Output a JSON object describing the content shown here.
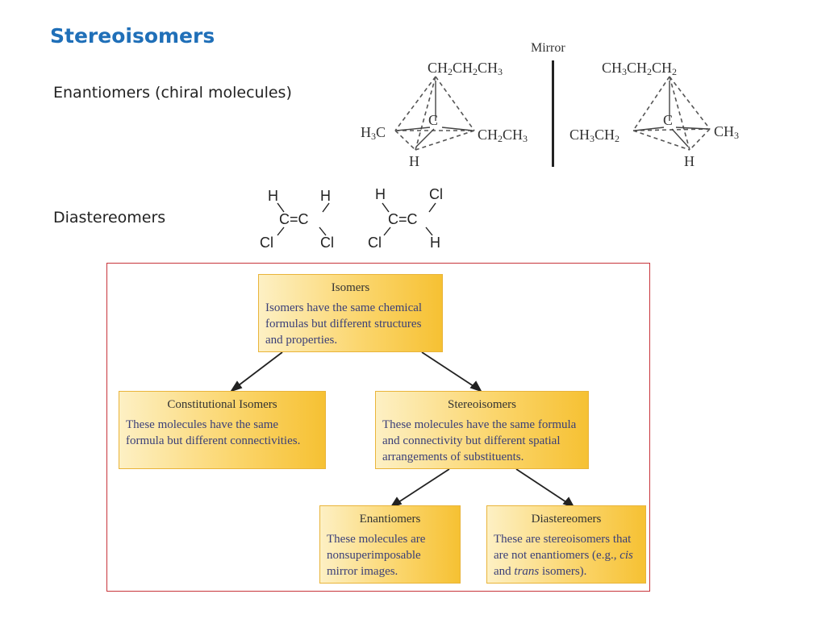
{
  "slide": {
    "title": "Stereoisomers",
    "label_enantiomers": "Enantiomers (chiral molecules)",
    "label_diastereomers": "Diastereomers"
  },
  "enantiomer_figure": {
    "mirror_label": "Mirror",
    "left_molecule": {
      "top": "CH2CH2CH3",
      "center": "C",
      "left": "H3C",
      "right": "CH2CH3",
      "bottom": "H"
    },
    "right_molecule": {
      "top": "CH3CH2CH2",
      "center": "C",
      "left": "CH3CH2",
      "right": "CH3",
      "bottom": "H"
    }
  },
  "diastereomer_figure": {
    "cis": {
      "top_left": "H",
      "top_right": "H",
      "center": "C=C",
      "bottom_left": "Cl",
      "bottom_right": "Cl"
    },
    "trans": {
      "top_left": "H",
      "top_right": "Cl",
      "center": "C=C",
      "bottom_left": "Cl",
      "bottom_right": "H"
    }
  },
  "hierarchy": {
    "isomers": {
      "title": "Isomers",
      "body": "Isomers have the same chemical formulas but different structures and properties."
    },
    "constitutional": {
      "title": "Constitutional Isomers",
      "body": "These molecules have the same formula but different connectivities."
    },
    "stereoisomers": {
      "title": "Stereoisomers",
      "body": "These molecules have the same formula and connectivity but different spatial arrangements of substituents."
    },
    "enantiomers": {
      "title": "Enantiomers",
      "body": "These molecules are nonsuperimposable mirror images."
    },
    "diastereomers": {
      "title": "Diastereomers",
      "body_prefix": "These are stereoisomers that are not enantiomers (e.g., ",
      "body_cis": "cis",
      "body_and": " and ",
      "body_trans": "trans",
      "body_suffix": " isomers)."
    }
  },
  "colors": {
    "title": "#1f6fb8",
    "frame": "#c8343a",
    "box_text": "#3a3f78",
    "box_fill": "#fbd66e"
  }
}
